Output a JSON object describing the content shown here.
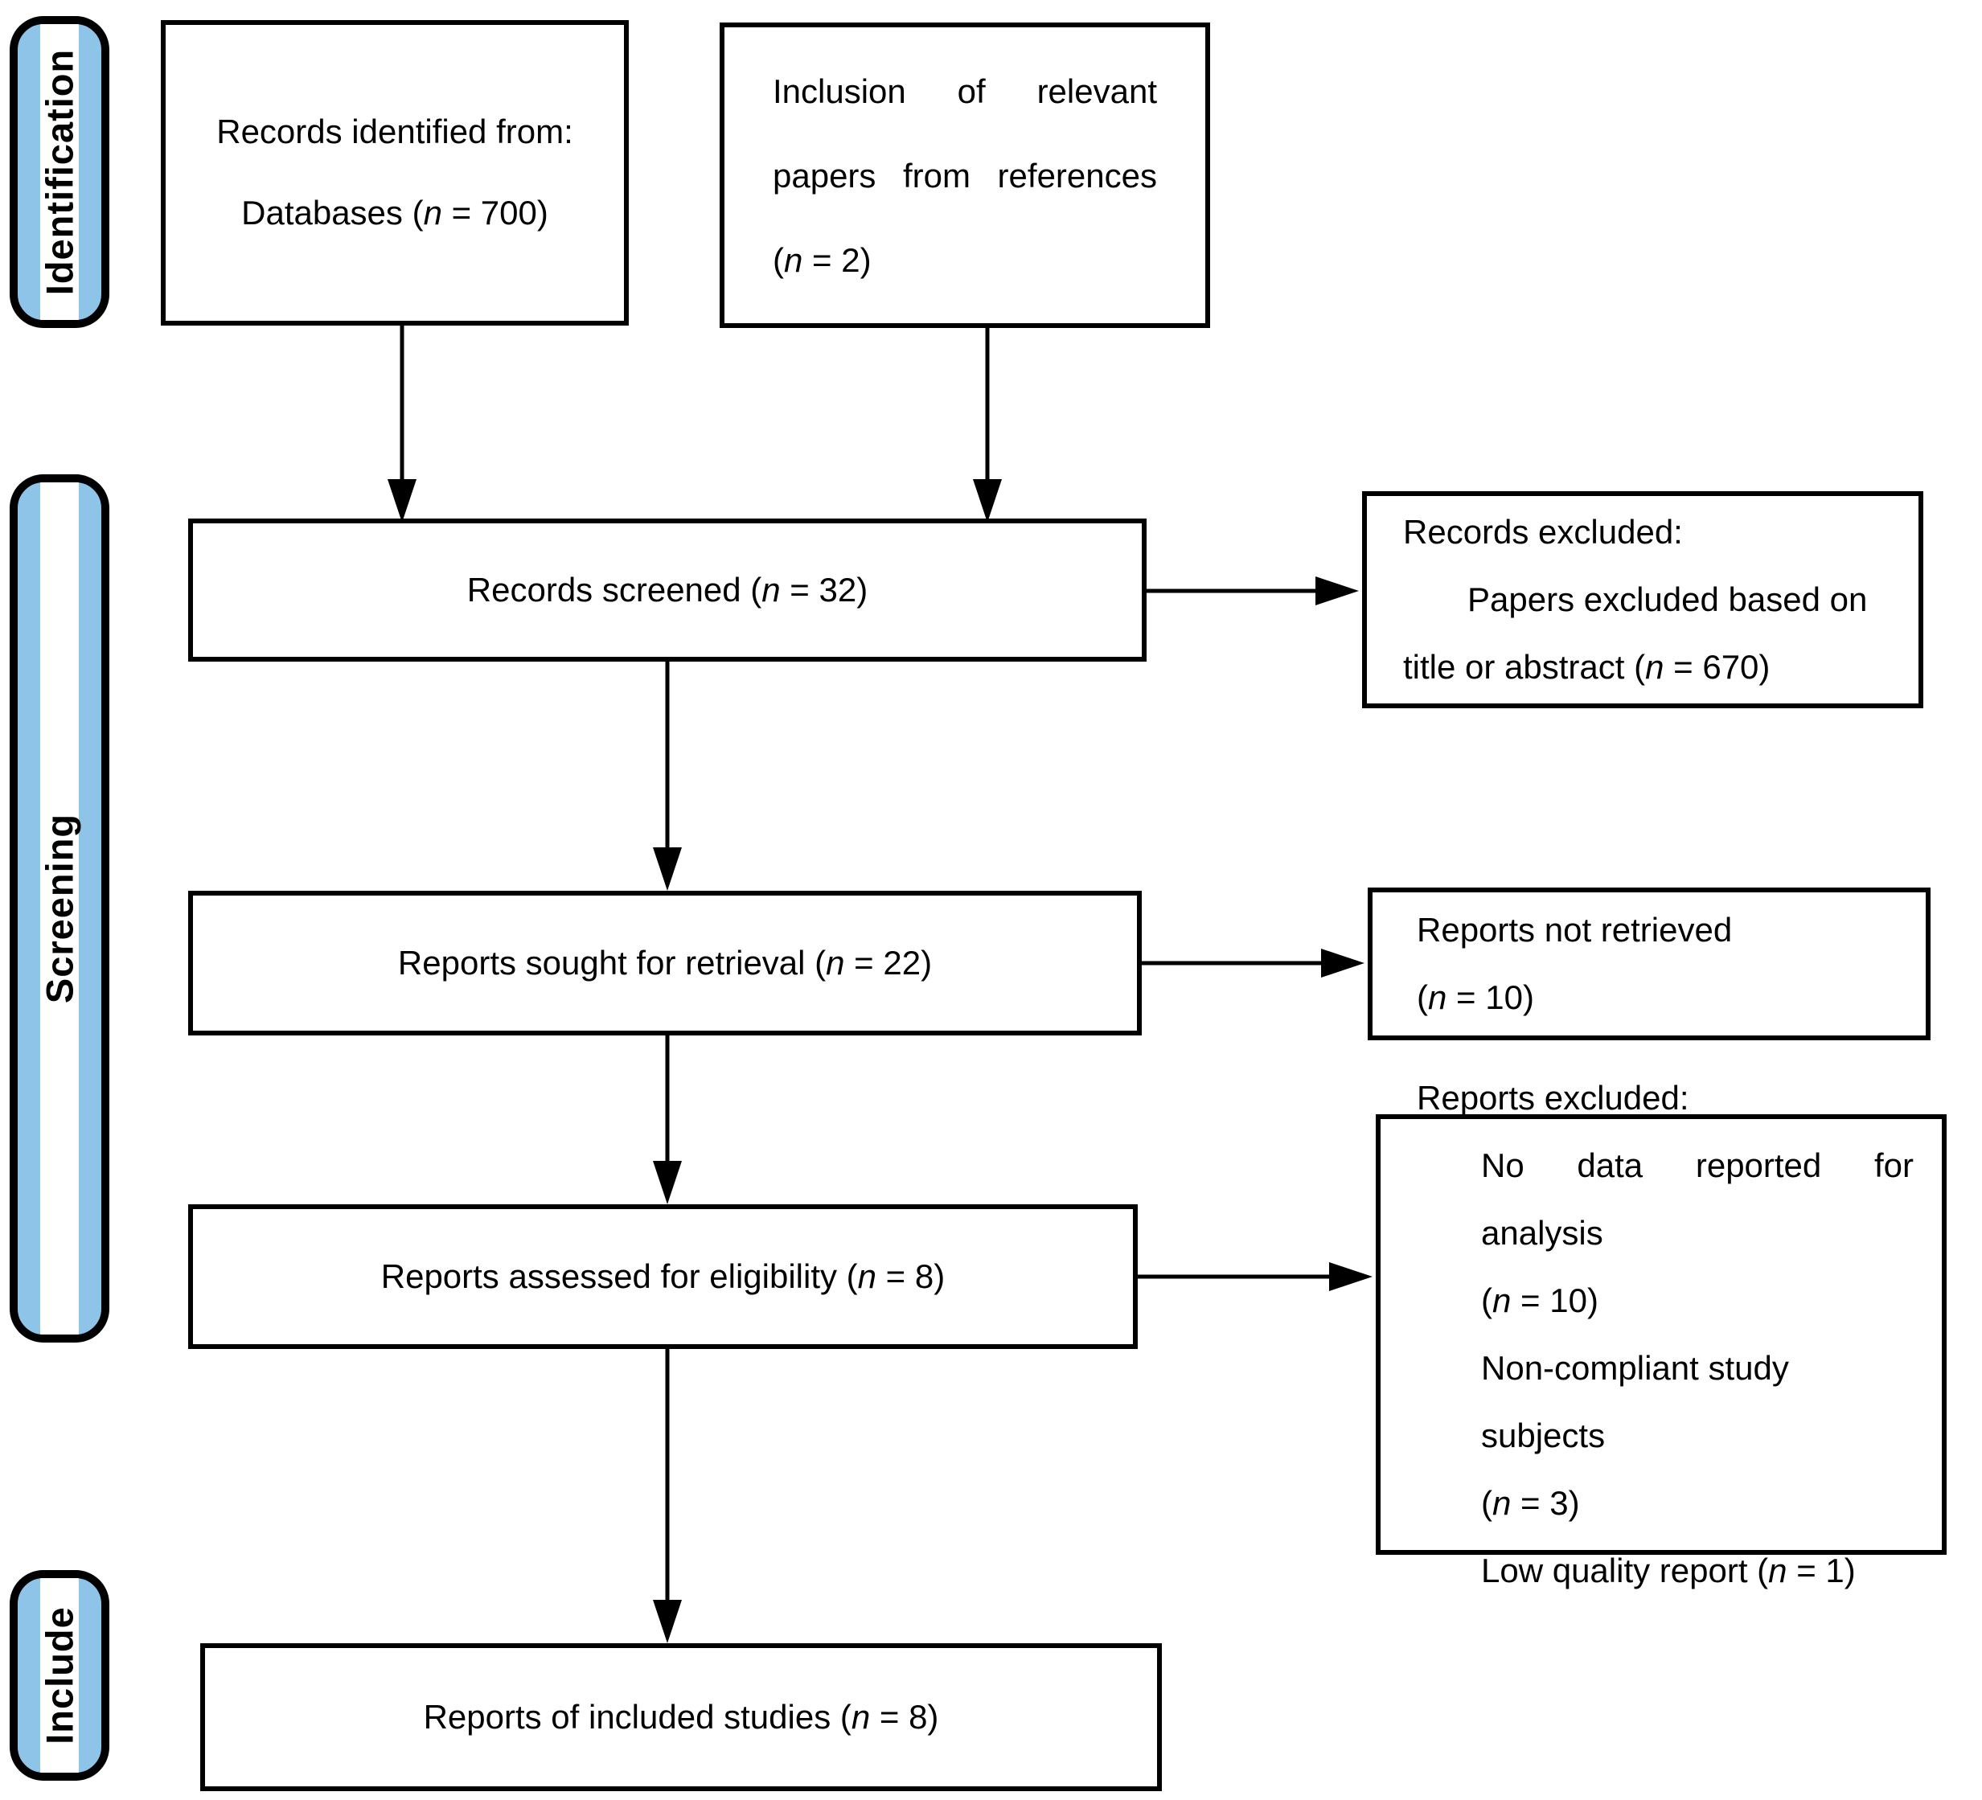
{
  "sidebar": {
    "labels": [
      {
        "text": "Identification"
      },
      {
        "text": "Screening"
      },
      {
        "text": "Include"
      }
    ]
  },
  "boxes": {
    "records_identified": {
      "lines": [
        "Records identified from:",
        "Databases (*n* = 700)"
      ]
    },
    "inclusion_references": {
      "lines": [
        "Inclusion of relevant",
        "papers from references",
        "(*n* = 2)"
      ]
    },
    "records_screened": {
      "text": "Records screened (*n* = 32)"
    },
    "records_excluded": {
      "lines": [
        "Records excluded:",
        "Papers excluded based on",
        "title or abstract (*n* = 670)"
      ]
    },
    "reports_sought": {
      "text": "Reports sought for retrieval (*n* = 22)"
    },
    "reports_not_retrieved": {
      "lines": [
        "Reports not retrieved",
        "(*n* = 10)"
      ]
    },
    "reports_assessed": {
      "text": "Reports assessed for eligibility (*n* = 8)"
    },
    "reports_excluded": {
      "lines": [
        "Reports excluded:",
        "No data reported for analysis",
        "(*n* = 10)",
        "Non-compliant study subjects",
        "(*n* = 3)",
        "Low quality report (*n* = 1)"
      ]
    },
    "reports_included": {
      "text": "Reports of included studies (*n* = 8)"
    }
  },
  "colors": {
    "sidebar_fill": "#8EC4E8",
    "line": "#000000"
  }
}
